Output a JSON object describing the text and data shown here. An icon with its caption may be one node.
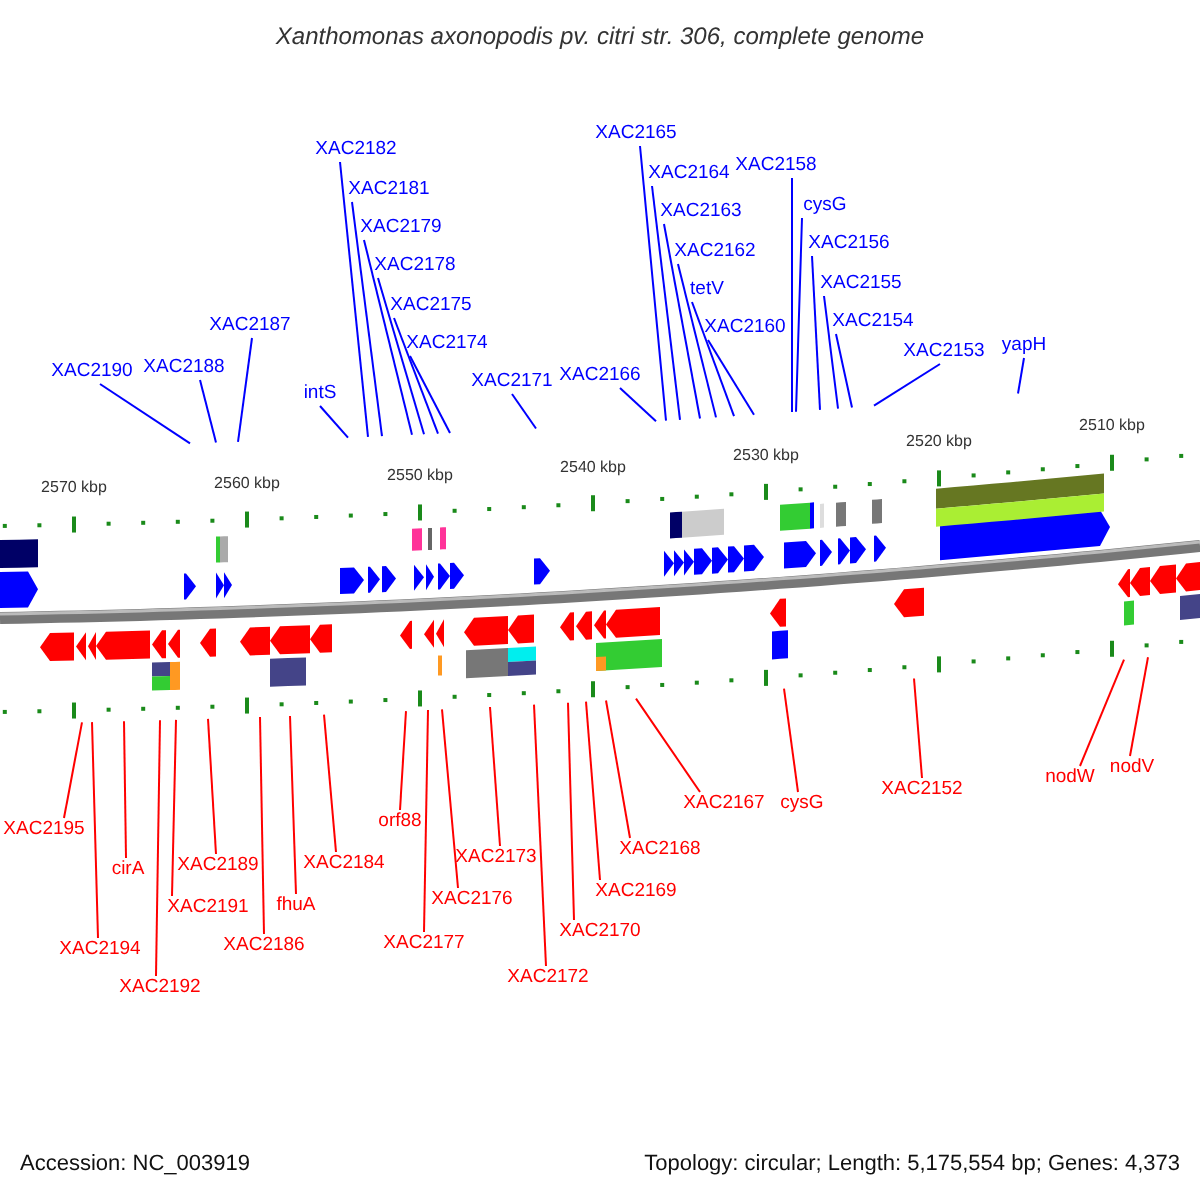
{
  "diagram": {
    "title": "Xanthomonas axonopodis pv. citri str. 306, complete genome",
    "nodes": [
      {
        "text": [
          "XAC2190"
        ]
      },
      {
        "text": [
          "XAC2188"
        ]
      },
      {
        "text": [
          "XAC2187"
        ]
      },
      {
        "text": [
          "intS"
        ]
      },
      {
        "text": [
          "XAC2182"
        ]
      },
      {
        "text": [
          "XAC2181"
        ]
      },
      {
        "text": [
          "XAC2179"
        ]
      },
      {
        "text": [
          "XAC2178"
        ]
      },
      {
        "text": [
          "XAC2175"
        ]
      },
      {
        "text": [
          "XAC2174"
        ]
      },
      {
        "text": [
          "XAC2171"
        ]
      },
      {
        "text": [
          "XAC2166"
        ]
      },
      {
        "text": [
          "XAC2165"
        ]
      },
      {
        "text": [
          "XAC2164"
        ]
      },
      {
        "text": [
          "XAC2163"
        ]
      },
      {
        "text": [
          "XAC2162"
        ]
      },
      {
        "text": [
          "tetV"
        ]
      },
      {
        "text": [
          "XAC2160"
        ]
      },
      {
        "text": [
          "XAC2158"
        ]
      },
      {
        "text": [
          "cysG"
        ]
      },
      {
        "text": [
          "XAC2156"
        ]
      },
      {
        "text": [
          "XAC2155"
        ]
      },
      {
        "text": [
          "XAC2154"
        ]
      },
      {
        "text": [
          "XAC2153"
        ]
      },
      {
        "text": [
          "yapH"
        ]
      },
      {
        "text": [
          "XAC2195"
        ]
      },
      {
        "text": [
          "XAC2194"
        ]
      },
      {
        "text": [
          "cirA"
        ]
      },
      {
        "text": [
          "XAC2192"
        ]
      },
      {
        "text": [
          "XAC2191"
        ]
      },
      {
        "text": [
          "XAC2189"
        ]
      },
      {
        "text": [
          "XAC2186"
        ]
      },
      {
        "text": [
          "fhuA"
        ]
      },
      {
        "text": [
          "XAC2184"
        ]
      },
      {
        "text": [
          "orf88"
        ]
      },
      {
        "text": [
          "XAC2177"
        ]
      },
      {
        "text": [
          "XAC2176"
        ]
      },
      {
        "text": [
          "XAC2173"
        ]
      },
      {
        "text": [
          "XAC2172"
        ]
      },
      {
        "text": [
          "XAC2170"
        ]
      },
      {
        "text": [
          "XAC2169"
        ]
      },
      {
        "text": [
          "XAC2168"
        ]
      },
      {
        "text": [
          "XAC2167"
        ]
      },
      {
        "text": [
          "cysG"
        ]
      },
      {
        "text": [
          "XAC2152"
        ]
      },
      {
        "text": [
          "nodW"
        ]
      },
      {
        "text": [
          "nodV"
        ]
      }
    ],
    "edges": [
      {
        "from": 0,
        "to": null,
        "arrow": "none"
      },
      {
        "from": 1,
        "to": null,
        "arrow": "none"
      },
      {
        "from": 2,
        "to": null,
        "arrow": "none"
      },
      {
        "from": 3,
        "to": null,
        "arrow": "none"
      },
      {
        "from": 4,
        "to": null,
        "arrow": "none"
      },
      {
        "from": 5,
        "to": null,
        "arrow": "none"
      },
      {
        "from": 6,
        "to": null,
        "arrow": "none"
      },
      {
        "from": 7,
        "to": null,
        "arrow": "none"
      },
      {
        "from": 8,
        "to": null,
        "arrow": "none"
      },
      {
        "from": 9,
        "to": null,
        "arrow": "none"
      },
      {
        "from": 10,
        "to": null,
        "arrow": "none"
      },
      {
        "from": 11,
        "to": null,
        "arrow": "none"
      },
      {
        "from": 12,
        "to": null,
        "arrow": "none"
      },
      {
        "from": 13,
        "to": null,
        "arrow": "none"
      },
      {
        "from": 14,
        "to": null,
        "arrow": "none"
      },
      {
        "from": 15,
        "to": null,
        "arrow": "none"
      },
      {
        "from": 16,
        "to": null,
        "arrow": "none"
      },
      {
        "from": 17,
        "to": null,
        "arrow": "none"
      },
      {
        "from": 18,
        "to": null,
        "arrow": "none"
      },
      {
        "from": 19,
        "to": null,
        "arrow": "none"
      },
      {
        "from": 20,
        "to": null,
        "arrow": "none"
      },
      {
        "from": 21,
        "to": null,
        "arrow": "none"
      },
      {
        "from": 22,
        "to": null,
        "arrow": "none"
      },
      {
        "from": 23,
        "to": null,
        "arrow": "none"
      },
      {
        "from": 24,
        "to": null,
        "arrow": "none"
      },
      {
        "from": 25,
        "to": null,
        "arrow": "none",
        "color": "#ff0000"
      },
      {
        "from": 26,
        "to": null,
        "arrow": "none",
        "color": "#ff0000"
      },
      {
        "from": 27,
        "to": null,
        "arrow": "none",
        "color": "#ff0000"
      },
      {
        "from": 28,
        "to": null,
        "arrow": "none",
        "color": "#ff0000"
      },
      {
        "from": 29,
        "to": null,
        "arrow": "none",
        "color": "#ff0000"
      },
      {
        "from": 30,
        "to": null,
        "arrow": "none",
        "color": "#ff0000"
      },
      {
        "from": 31,
        "to": null,
        "arrow": "none",
        "color": "#ff0000"
      },
      {
        "from": 32,
        "to": null,
        "arrow": "none",
        "color": "#ff0000"
      },
      {
        "from": 33,
        "to": null,
        "arrow": "none",
        "color": "#ff0000"
      },
      {
        "from": 34,
        "to": null,
        "arrow": "none",
        "color": "#ff0000"
      },
      {
        "from": 35,
        "to": null,
        "arrow": "none",
        "color": "#ff0000"
      },
      {
        "from": 36,
        "to": null,
        "arrow": "none",
        "color": "#ff0000"
      },
      {
        "from": 37,
        "to": null,
        "arrow": "none",
        "color": "#ff0000"
      },
      {
        "from": 38,
        "to": null,
        "arrow": "none",
        "color": "#ff0000"
      },
      {
        "from": 39,
        "to": null,
        "arrow": "none",
        "color": "#ff0000"
      },
      {
        "from": 40,
        "to": null,
        "arrow": "none",
        "color": "#ff0000"
      },
      {
        "from": 41,
        "to": null,
        "arrow": "none",
        "color": "#ff0000"
      },
      {
        "from": 42,
        "to": null,
        "arrow": "none",
        "color": "#ff0000"
      },
      {
        "from": 43,
        "to": null,
        "arrow": "none",
        "color": "#ff0000"
      },
      {
        "from": 44,
        "to": null,
        "arrow": "none",
        "color": "#ff0000"
      },
      {
        "from": 45,
        "to": null,
        "arrow": "none",
        "color": "#ff0000"
      },
      {
        "from": 46,
        "to": null,
        "arrow": "none",
        "color": "#ff0000"
      }
    ],
    "labels": [
      "2570 kbp",
      "2560 kbp",
      "2550 kbp",
      "2540 kbp",
      "2530 kbp",
      "2520 kbp",
      "2510 kbp",
      "Accession: NC_003919",
      "Topology: circular; Length: 5,175,554 bp; Genes: 4,373"
    ]
  }
}
